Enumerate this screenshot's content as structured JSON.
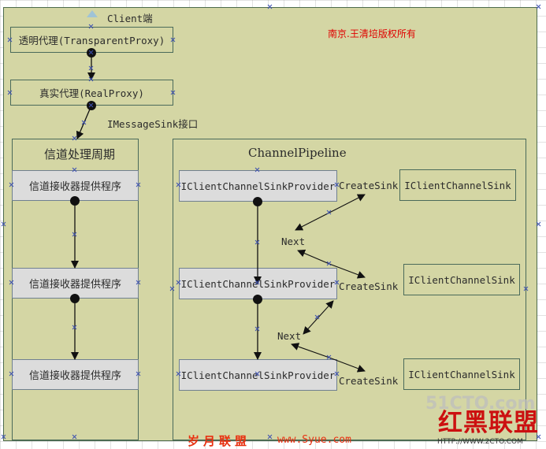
{
  "diagram": {
    "client_title": "Client端",
    "copyright": "南京.王清培版权所有",
    "transparent_proxy": "透明代理(TransparentProxy)",
    "real_proxy": "真实代理(RealProxy)",
    "message_sink_label": "IMessageSink接口",
    "channel_lifecycle_title": "信道处理周期",
    "channel_pipeline_title": "ChannelPipeline",
    "lifecycle_steps": [
      "信道接收器提供程序",
      "信道接收器提供程序",
      "信道接收器提供程序"
    ],
    "sink_providers": [
      "IClientChannelSinkProvider",
      "IClientChannelSinkProvider",
      "IClientChannelSinkProvider"
    ],
    "client_sinks": [
      "IClientChannelSink",
      "IClientChannelSink",
      "IClientChannelSink"
    ],
    "create_sink_labels": [
      "CreateSink",
      "CreateSink",
      "CreateSink"
    ],
    "next_labels": [
      "Next",
      "Next"
    ]
  },
  "watermarks": {
    "site1_name": "岁月联盟",
    "site1_url": "www.Syue.com",
    "site2_logo": "51CTO.com",
    "site2_name": "红黑联盟",
    "site2_url": "HTTP://WWW.2CTO.COM"
  },
  "colors": {
    "background": "#d4d6a4",
    "border": "#4a6a5a",
    "step_fill": "#dcdcdc",
    "copyright_text": "#e00000",
    "watermark_red": "#e83010"
  }
}
